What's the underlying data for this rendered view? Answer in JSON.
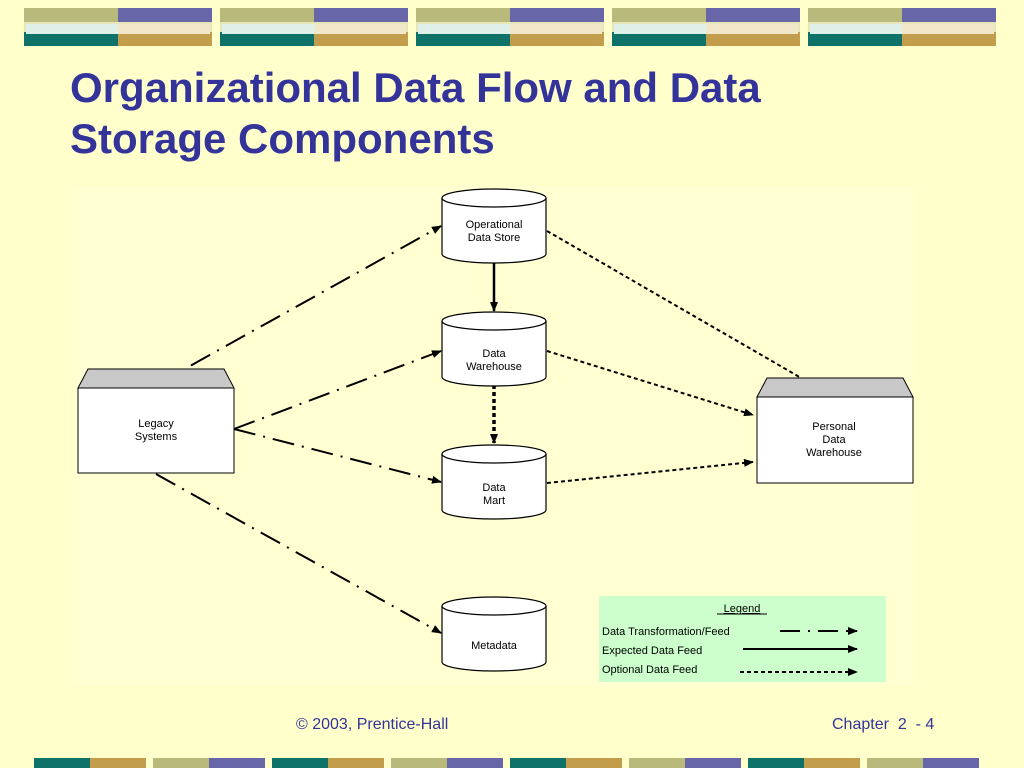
{
  "title": {
    "line1": "Organizational Data Flow and Data",
    "line2": "Storage Components"
  },
  "nodes": {
    "ods": {
      "line1": "Operational",
      "line2": "Data Store"
    },
    "dw": {
      "line1": "Data",
      "line2": "Warehouse"
    },
    "dm": {
      "line1": "Data",
      "line2": "Mart"
    },
    "meta": {
      "line1": "Metadata"
    },
    "legacy": {
      "line1": "Legacy",
      "line2": "Systems"
    },
    "pdw": {
      "line1": "Personal",
      "line2": "Data",
      "line3": "Warehouse"
    }
  },
  "legend": {
    "title": "Legend",
    "items": [
      {
        "label": "Data Transformation/Feed"
      },
      {
        "label": "Expected Data Feed"
      },
      {
        "label": "Optional Data Feed"
      }
    ]
  },
  "footer": {
    "copyright": "© 2003, Prentice-Hall",
    "page": "Chapter  2  - 4"
  },
  "colors": {
    "background": "#FFFFCC",
    "title": "#333399",
    "legend_bg": "#CCFFCC",
    "box_face": "#FFFFFF",
    "box_top": "#C8C8C8",
    "band_olive": "#B9B97B",
    "band_purple": "#6666A8",
    "band_teal": "#0F7268",
    "band_gold": "#C29E4C",
    "band_cream": "#E6E6B8"
  }
}
